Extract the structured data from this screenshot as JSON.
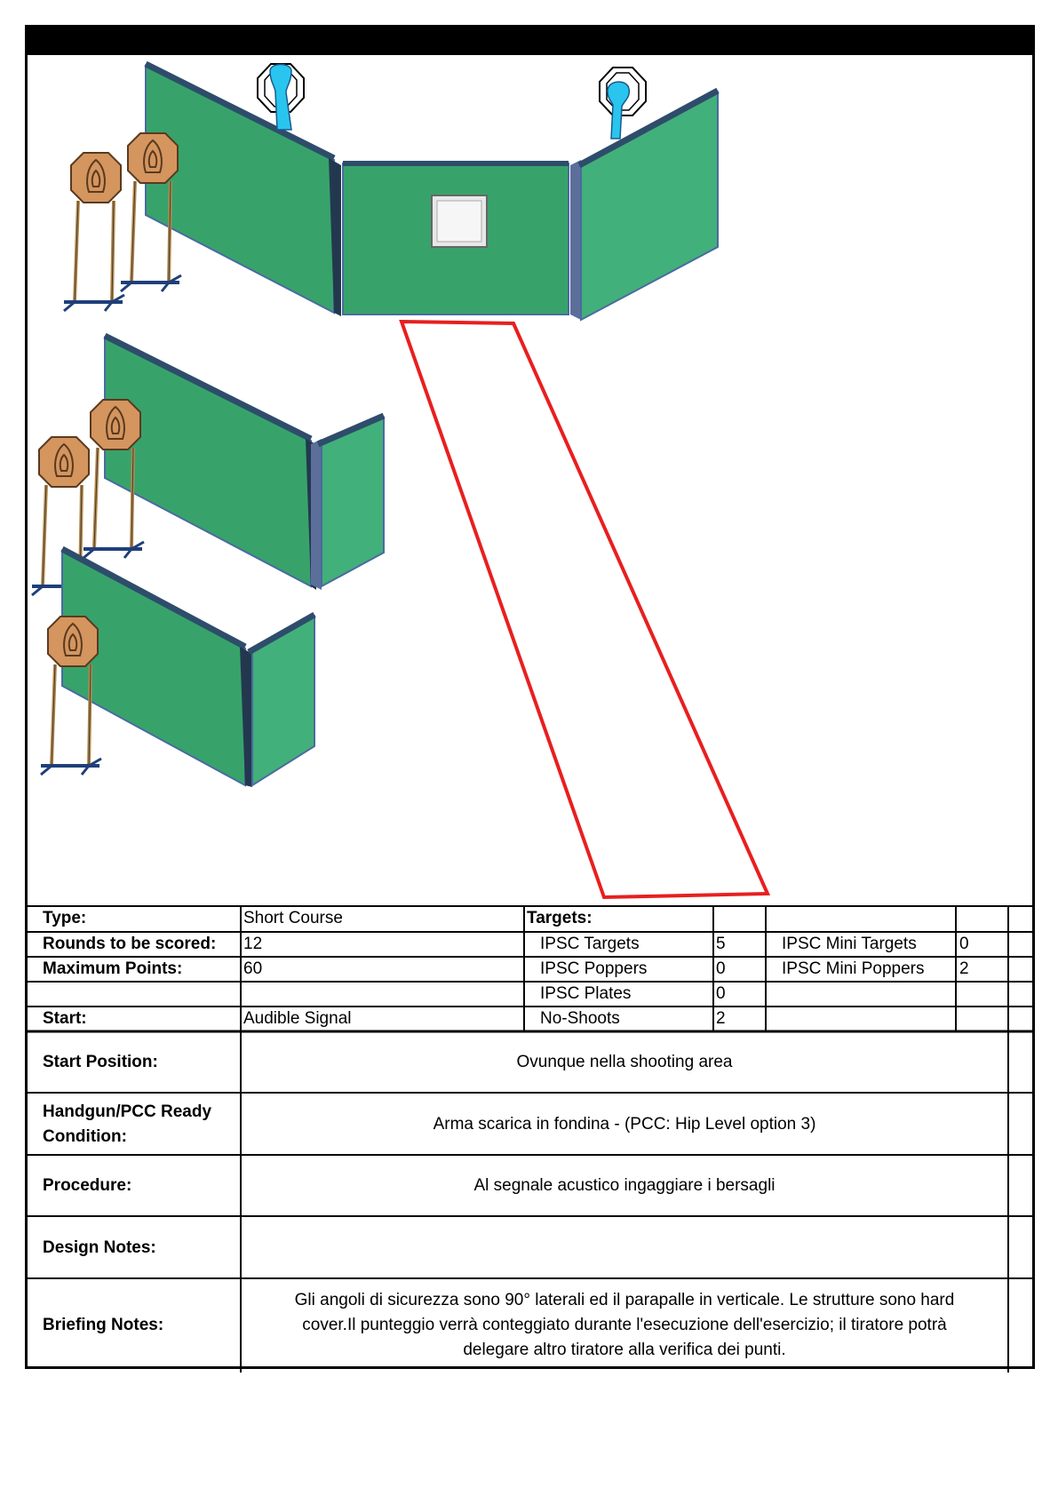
{
  "colors": {
    "wall_face": "#37a36b",
    "wall_face_light": "#42b07a",
    "wall_top": "#2e4d6b",
    "target_fill": "#d4955f",
    "popper_fill": "#29c5ef",
    "shooting_area": "#e81f1f"
  },
  "diagram": {
    "icons": [
      "ipsc-target-icon",
      "mini-popper-icon",
      "no-shoot-icon",
      "wall-icon",
      "window-port-icon",
      "shooting-area-icon"
    ]
  },
  "table": {
    "type_label": "Type:",
    "type_value": "Short Course",
    "targets_label": "Targets:",
    "rounds_label": "Rounds to be scored:",
    "rounds_value": "12",
    "points_label": "Maximum Points:",
    "points_value": "60",
    "start_label": "Start:",
    "start_value": "Audible Signal",
    "ipsc_targets_label": "IPSC Targets",
    "ipsc_targets_value": "5",
    "ipsc_poppers_label": "IPSC Poppers",
    "ipsc_poppers_value": "0",
    "ipsc_plates_label": "IPSC Plates",
    "ipsc_plates_value": "0",
    "no_shoots_label": "No-Shoots",
    "no_shoots_value": "2",
    "mini_targets_label": "IPSC Mini Targets",
    "mini_targets_value": "0",
    "mini_poppers_label": "IPSC Mini Poppers",
    "mini_poppers_value": "2"
  },
  "details": {
    "start_position_label": "Start Position:",
    "start_position_value": "Ovunque nella shooting area",
    "ready_label_line1": "Handgun/PCC Ready",
    "ready_label_line2": "Condition:",
    "ready_value": "Arma scarica in fondina - (PCC: Hip Level option 3)",
    "procedure_label": "Procedure:",
    "procedure_value": "Al segnale acustico ingaggiare i bersagli",
    "design_label": "Design Notes:",
    "design_value": "",
    "briefing_label": "Briefing Notes:",
    "briefing_line1": "Gli angoli di sicurezza sono 90° laterali ed il parapalle in verticale. Le strutture sono hard",
    "briefing_line2": "cover.Il punteggio verrà conteggiato durante l'esecuzione dell'esercizio; il tiratore potrà",
    "briefing_line3": "delegare altro tiratore alla verifica  dei punti."
  }
}
